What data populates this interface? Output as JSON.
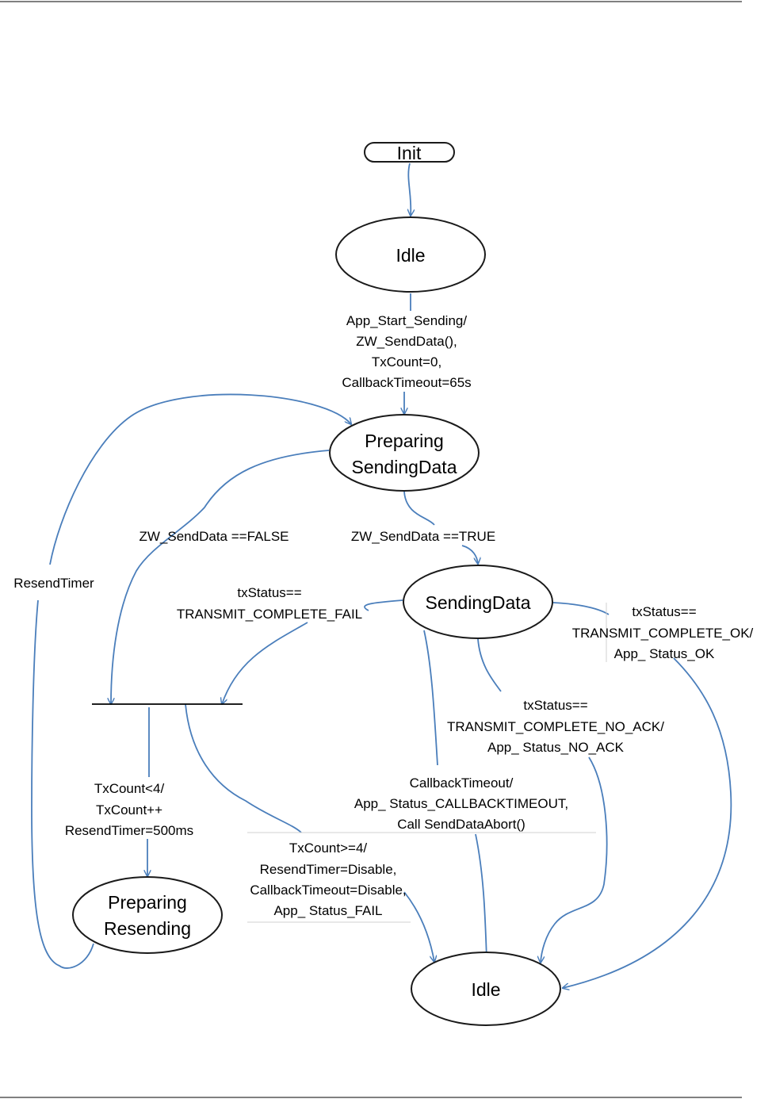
{
  "states": {
    "init": "Init",
    "idle_top": "Idle",
    "preparing_sending": [
      "Preparing",
      "SendingData"
    ],
    "sending_data": "SendingData",
    "preparing_resending": [
      "Preparing",
      "Resending"
    ],
    "idle_bottom": "Idle"
  },
  "transitions": {
    "start_sending": [
      "App_Start_Sending/",
      "ZW_SendData(),",
      "TxCount=0,",
      "CallbackTimeout=65s"
    ],
    "senddata_false": "ZW_SendData ==FALSE",
    "senddata_true": "ZW_SendData ==TRUE",
    "resend_timer": "ResendTimer",
    "tx_fail": [
      "txStatus==",
      "TRANSMIT_COMPLETE_FAIL"
    ],
    "tx_ok": [
      "txStatus==",
      "TRANSMIT_COMPLETE_OK/",
      "App_ Status_OK"
    ],
    "tx_no_ack": [
      "txStatus==",
      "TRANSMIT_COMPLETE_NO_ACK/",
      "App_ Status_NO_ACK"
    ],
    "callback_timeout": [
      "CallbackTimeout/",
      "App_ Status_CALLBACKTIMEOUT,",
      "Call SendDataAbort()"
    ],
    "retry": [
      "TxCount<4/",
      "TxCount++",
      "ResendTimer=500ms"
    ],
    "give_up": [
      "TxCount>=4/",
      "ResendTimer=Disable,",
      "CallbackTimeout=Disable,",
      "App_ Status_FAIL"
    ]
  },
  "colors": {
    "edge": "#4a7ebb",
    "node_border": "#1a1a1a"
  }
}
